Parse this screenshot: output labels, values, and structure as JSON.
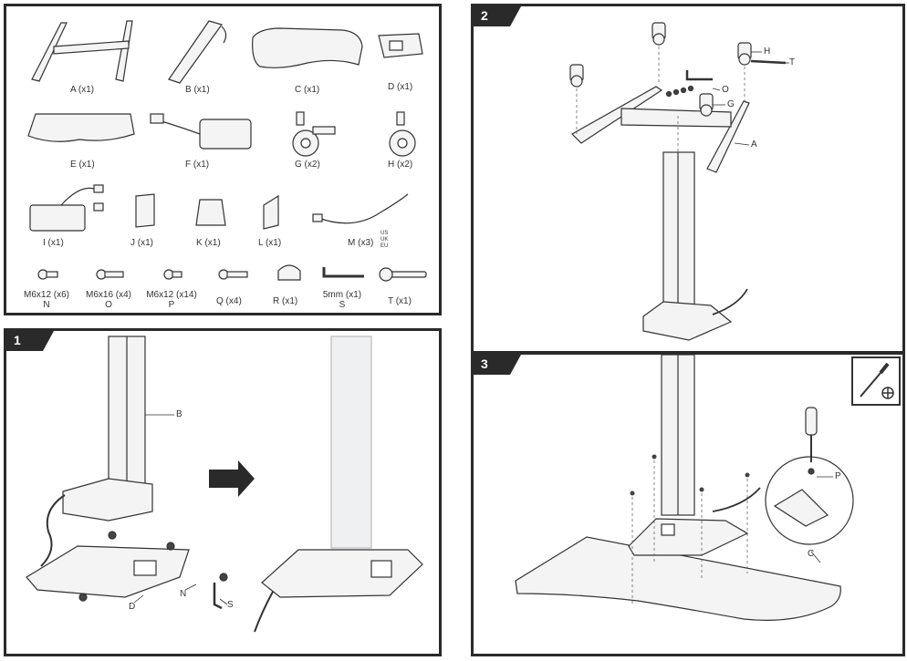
{
  "parts": {
    "A": "A (x1)",
    "B": "B (x1)",
    "C": "C (x1)",
    "D": "D (x1)",
    "E": "E (x1)",
    "F": "F (x1)",
    "G": "G (x2)",
    "H": "H (x2)",
    "I": "I (x1)",
    "J": "J (x1)",
    "K": "K (x1)",
    "L": "L (x1)",
    "M": "M (x3)",
    "plug_us": "US",
    "plug_uk": "UK",
    "plug_eu": "EU",
    "N_size": "M6x12 (x6)",
    "N_code": "N",
    "O_size": "M6x16 (x4)",
    "O_code": "O",
    "P_size": "M6x12 (x14)",
    "P_code": "P",
    "Q": "Q (x4)",
    "R": "R (x1)",
    "S_size": "5mm (x1)",
    "S_code": "S",
    "T": "T (x1)"
  },
  "step1": {
    "number": "1",
    "label_B": "B",
    "label_D": "D",
    "label_N": "N",
    "label_S": "S"
  },
  "step2": {
    "number": "2",
    "label_H": "H",
    "label_T": "T",
    "label_O": "O",
    "label_G": "G",
    "label_A": "A"
  },
  "step3": {
    "number": "3",
    "label_P": "P",
    "label_C": "C"
  },
  "colors": {
    "frame": "#2a2a2a",
    "badge": "#2a2a2a",
    "line": "#333333",
    "fill_light": "#f2f2f2"
  }
}
